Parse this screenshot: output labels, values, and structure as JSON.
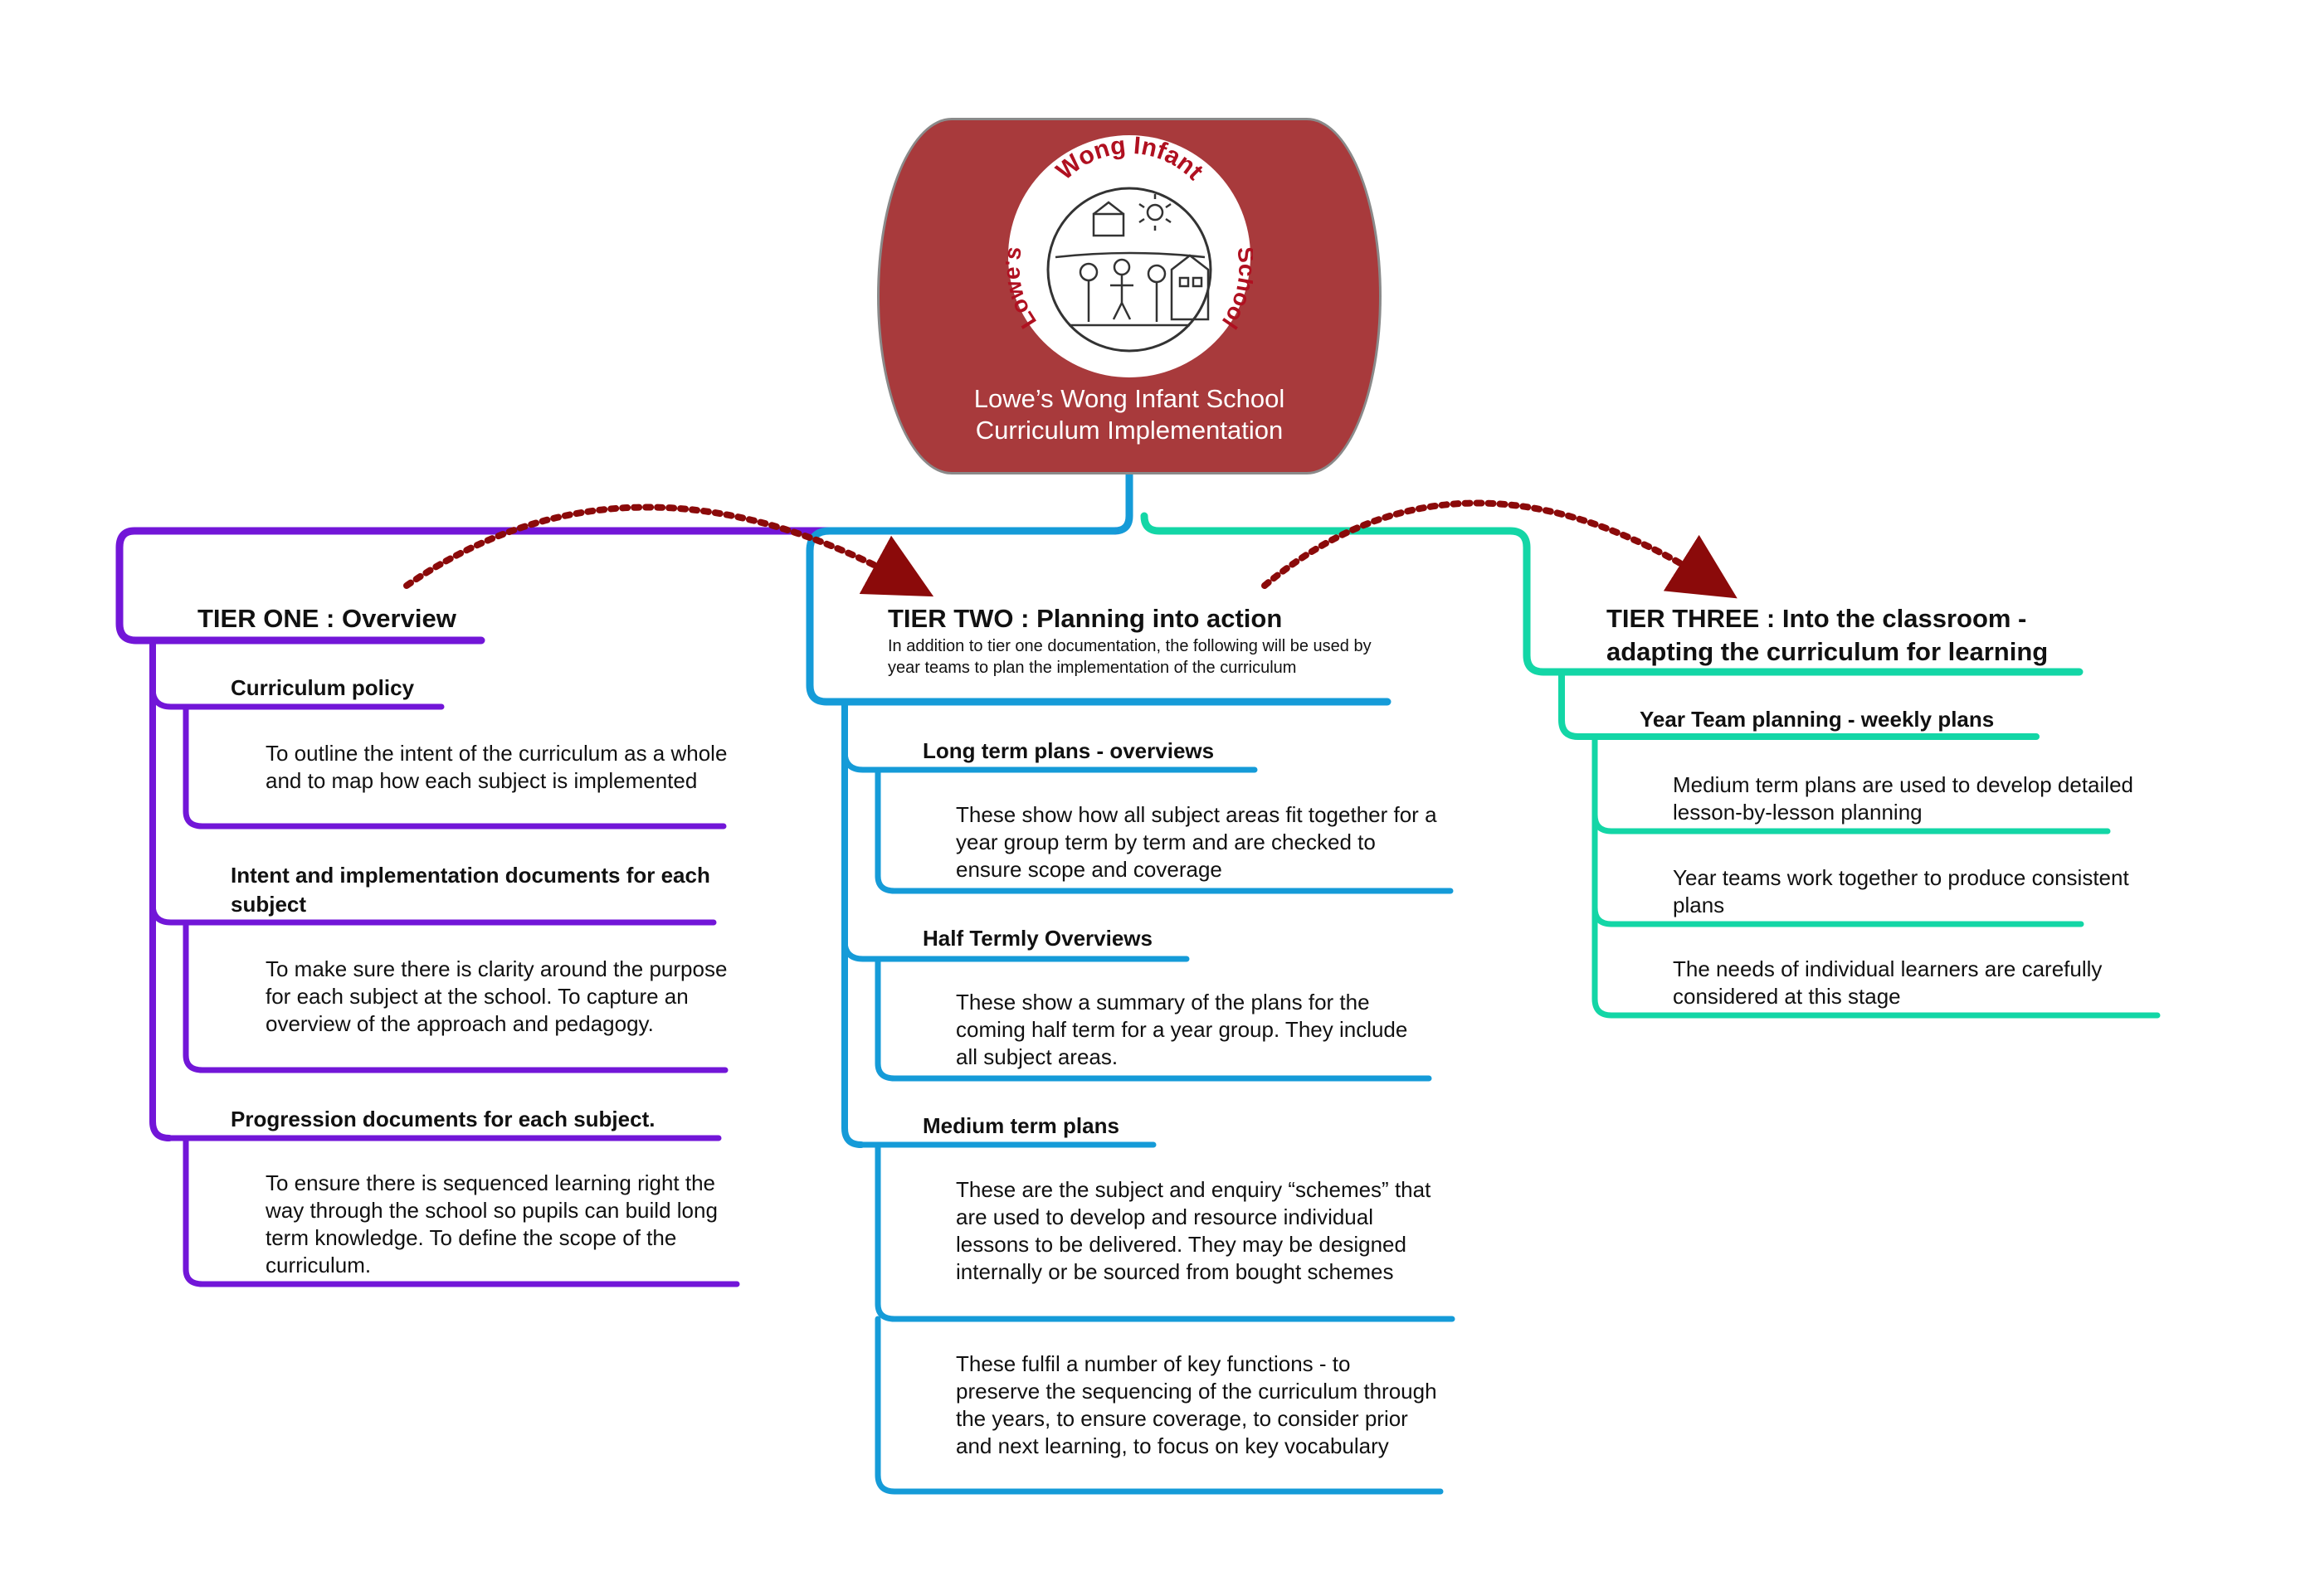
{
  "center": {
    "logo": {
      "text_top": "Wong   Infant",
      "text_left": "Lowe's",
      "text_right": "School"
    },
    "title_line1": "Lowe’s Wong Infant School",
    "title_line2": "Curriculum Implementation",
    "color": "#a83a3c"
  },
  "colors": {
    "tier_one": "#7216d8",
    "tier_two": "#159bd8",
    "tier_three": "#13d6a6",
    "arrow": "#8b0a0a"
  },
  "tier_one": {
    "title": "TIER ONE : Overview",
    "sections": [
      {
        "heading": "Curriculum policy",
        "desc": "To outline the intent of the curriculum as a whole and to map how each subject is implemented"
      },
      {
        "heading": "Intent and implementation documents for each subject",
        "desc": "To make sure there is clarity around the purpose for each subject at the school. To capture an overview of the approach and pedagogy."
      },
      {
        "heading": "Progression documents for each subject.",
        "desc": "To ensure there is sequenced learning right the way through the school so pupils can build long term knowledge. To define the scope of the curriculum."
      }
    ]
  },
  "tier_two": {
    "title": "TIER TWO : Planning into action",
    "subtitle": "In addition to tier one documentation, the following will be used by year teams to plan the implementation of the curriculum",
    "sections": [
      {
        "heading": "Long term plans - overviews",
        "desc": "These show how all subject areas fit together for a year group term by term and are checked to ensure scope and coverage"
      },
      {
        "heading": "Half Termly Overviews",
        "desc": "These show a summary of the plans for the coming half term for a year group. They include all subject areas."
      },
      {
        "heading": "Medium term plans",
        "desc": "These are the subject and enquiry “schemes” that are used to develop and resource individual lessons to be delivered. They may be designed internally or be sourced from bought schemes",
        "desc2": "These fulfil a number of key functions - to preserve the sequencing of the curriculum through the years, to ensure coverage, to consider prior and next learning, to focus on key vocabulary"
      }
    ]
  },
  "tier_three": {
    "title": "TIER THREE : Into the classroom - adapting the curriculum for learning",
    "sections": [
      {
        "heading": "Year Team planning - weekly plans",
        "items": [
          "Medium term plans are used to develop detailed lesson-by-lesson planning",
          "Year teams work together to produce consistent plans",
          "The needs of individual learners are carefully considered at this stage"
        ]
      }
    ]
  }
}
